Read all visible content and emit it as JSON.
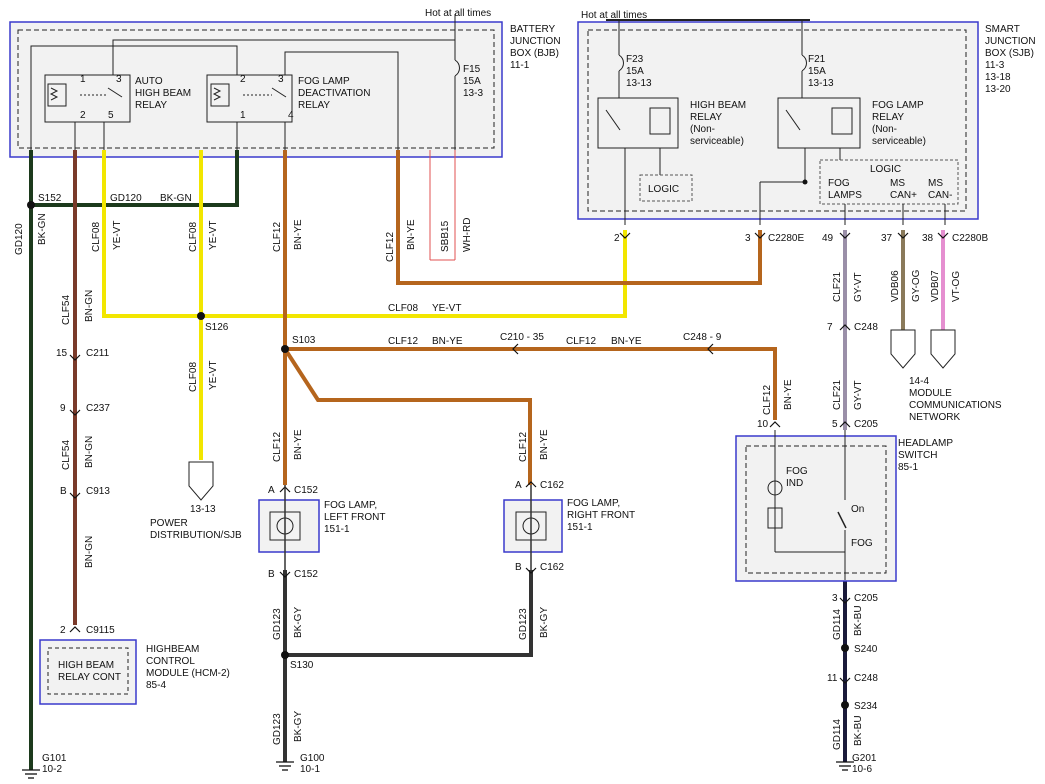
{
  "colors": {
    "box_border": "#3a3acc",
    "box_fill": "#f2f2f2",
    "dashed": "#222222",
    "BN-YE": "#b5651d",
    "YE-VT": "#f2e600",
    "BK-GN": "#1c3a1c",
    "BN-GN": "#7a3a2a",
    "BK-GY": "#333333",
    "GY-VT": "#9a8fa8",
    "GY-OG": "#8a7a5a",
    "VT-OG": "#e58fd0",
    "WH-RD": "#e05050",
    "BK-BU": "#1a1a3a",
    "LOGIC_BORDER": "#555555"
  },
  "bjb": {
    "hot_label": "Hot at all times",
    "title": "BATTERY JUNCTION BOX (BJB)",
    "title_line1": "BATTERY",
    "title_line2": "JUNCTION",
    "title_line3": "BOX (BJB)",
    "ref": "11-1",
    "relay1": {
      "name_line1": "AUTO",
      "name_line2": "HIGH BEAM",
      "name_line3": "RELAY",
      "pins": [
        "1",
        "3",
        "2",
        "5"
      ]
    },
    "relay2": {
      "name_line1": "FOG LAMP",
      "name_line2": "DEACTIVATION",
      "name_line3": "RELAY",
      "pins": [
        "2",
        "3",
        "1",
        "4"
      ]
    },
    "fuse": {
      "name": "F15",
      "rating": "15A",
      "ref": "13-3"
    }
  },
  "sjb": {
    "hot_label": "Hot at all times",
    "title_line1": "SMART",
    "title_line2": "JUNCTION",
    "title_line3": "BOX (SJB)",
    "refs": [
      "11-3",
      "13-18",
      "13-20"
    ],
    "fuse1": {
      "name": "F23",
      "rating": "15A",
      "ref": "13-13"
    },
    "fuse2": {
      "name": "F21",
      "rating": "15A",
      "ref": "13-13"
    },
    "relay1": {
      "name_line1": "HIGH BEAM",
      "name_line2": "RELAY",
      "name_line3": "(Non-",
      "name_line4": "serviceable)"
    },
    "relay2": {
      "name_line1": "FOG LAMP",
      "name_line2": "RELAY",
      "name_line3": "(Non-",
      "name_line4": "serviceable)"
    },
    "logic1": "LOGIC",
    "logic2": "LOGIC",
    "logic_pins": [
      {
        "line1": "FOG",
        "line2": "LAMPS"
      },
      {
        "line1": "MS",
        "line2": "CAN+"
      },
      {
        "line1": "MS",
        "line2": "CAN-"
      }
    ]
  },
  "pins": {
    "p2": "2",
    "p3": "3",
    "c2280e": "C2280E",
    "p49": "49",
    "p37": "37",
    "p38": "38",
    "c2280b": "C2280B",
    "p7": "7",
    "c248": "C248",
    "p5": "5",
    "c205": "C205",
    "p10": "10",
    "p3b": "3",
    "c205b": "C205",
    "s240": "S240",
    "p11": "11",
    "c248b": "C248",
    "s234": "S234",
    "g201": "G201",
    "g201_ref": "10-6"
  },
  "wires": {
    "gd120": "GD120",
    "bk_gn": "BK-GN",
    "s152": "S152",
    "clf08": "CLF08",
    "ye_vt": "YE-VT",
    "clf12": "CLF12",
    "bn_ye": "BN-YE",
    "sbb15": "SBB15",
    "wh_rd": "WH-RD",
    "clf54": "CLF54",
    "bn_gn": "BN-GN",
    "s126": "S126",
    "s103": "S103",
    "c210_35": "C210 - 35",
    "c248_9": "C248 - 9",
    "gd123": "GD123",
    "bk_gy": "BK-GY",
    "clf21": "CLF21",
    "gy_vt": "GY-VT",
    "vdb06": "VDB06",
    "gy_og": "GY-OG",
    "vdb07": "VDB07",
    "vt_og": "VT-OG",
    "gd114": "GD114",
    "bk_bu": "BK-BU"
  },
  "left_column": {
    "p15": "15",
    "c211": "C211",
    "p9": "9",
    "c237": "C237",
    "pb": "B",
    "c913": "C913",
    "p2": "2",
    "c9115": "C9115",
    "hcm_line1": "HIGHBEAM",
    "hcm_line2": "CONTROL",
    "hcm_line3": "MODULE (HCM-2)",
    "hcm_ref": "85-4",
    "hcm_inner_line1": "HIGH BEAM",
    "hcm_inner_line2": "RELAY CONT",
    "g101": "G101",
    "g101_ref": "10-2"
  },
  "power_dist": {
    "ref": "13-13",
    "line1": "POWER",
    "line2": "DISTRIBUTION/SJB"
  },
  "fog_left": {
    "pa": "A",
    "c152a": "C152",
    "line1": "FOG LAMP,",
    "line2": "LEFT FRONT",
    "ref": "151-1",
    "pb": "B",
    "c152b": "C152"
  },
  "fog_right": {
    "pa": "A",
    "c162a": "C162",
    "line1": "FOG LAMP,",
    "line2": "RIGHT FRONT",
    "ref": "151-1",
    "pb": "B",
    "c162b": "C162"
  },
  "s130": "S130",
  "g100": "G100",
  "g100_ref": "10-1",
  "headlamp": {
    "line1": "HEADLAMP",
    "line2": "SWITCH",
    "ref": "85-1",
    "fog_ind1": "FOG",
    "fog_ind2": "IND",
    "on": "On",
    "fog": "FOG"
  },
  "mcn": {
    "ref": "14-4",
    "line1": "MODULE",
    "line2": "COMMUNICATIONS",
    "line3": "NETWORK"
  }
}
